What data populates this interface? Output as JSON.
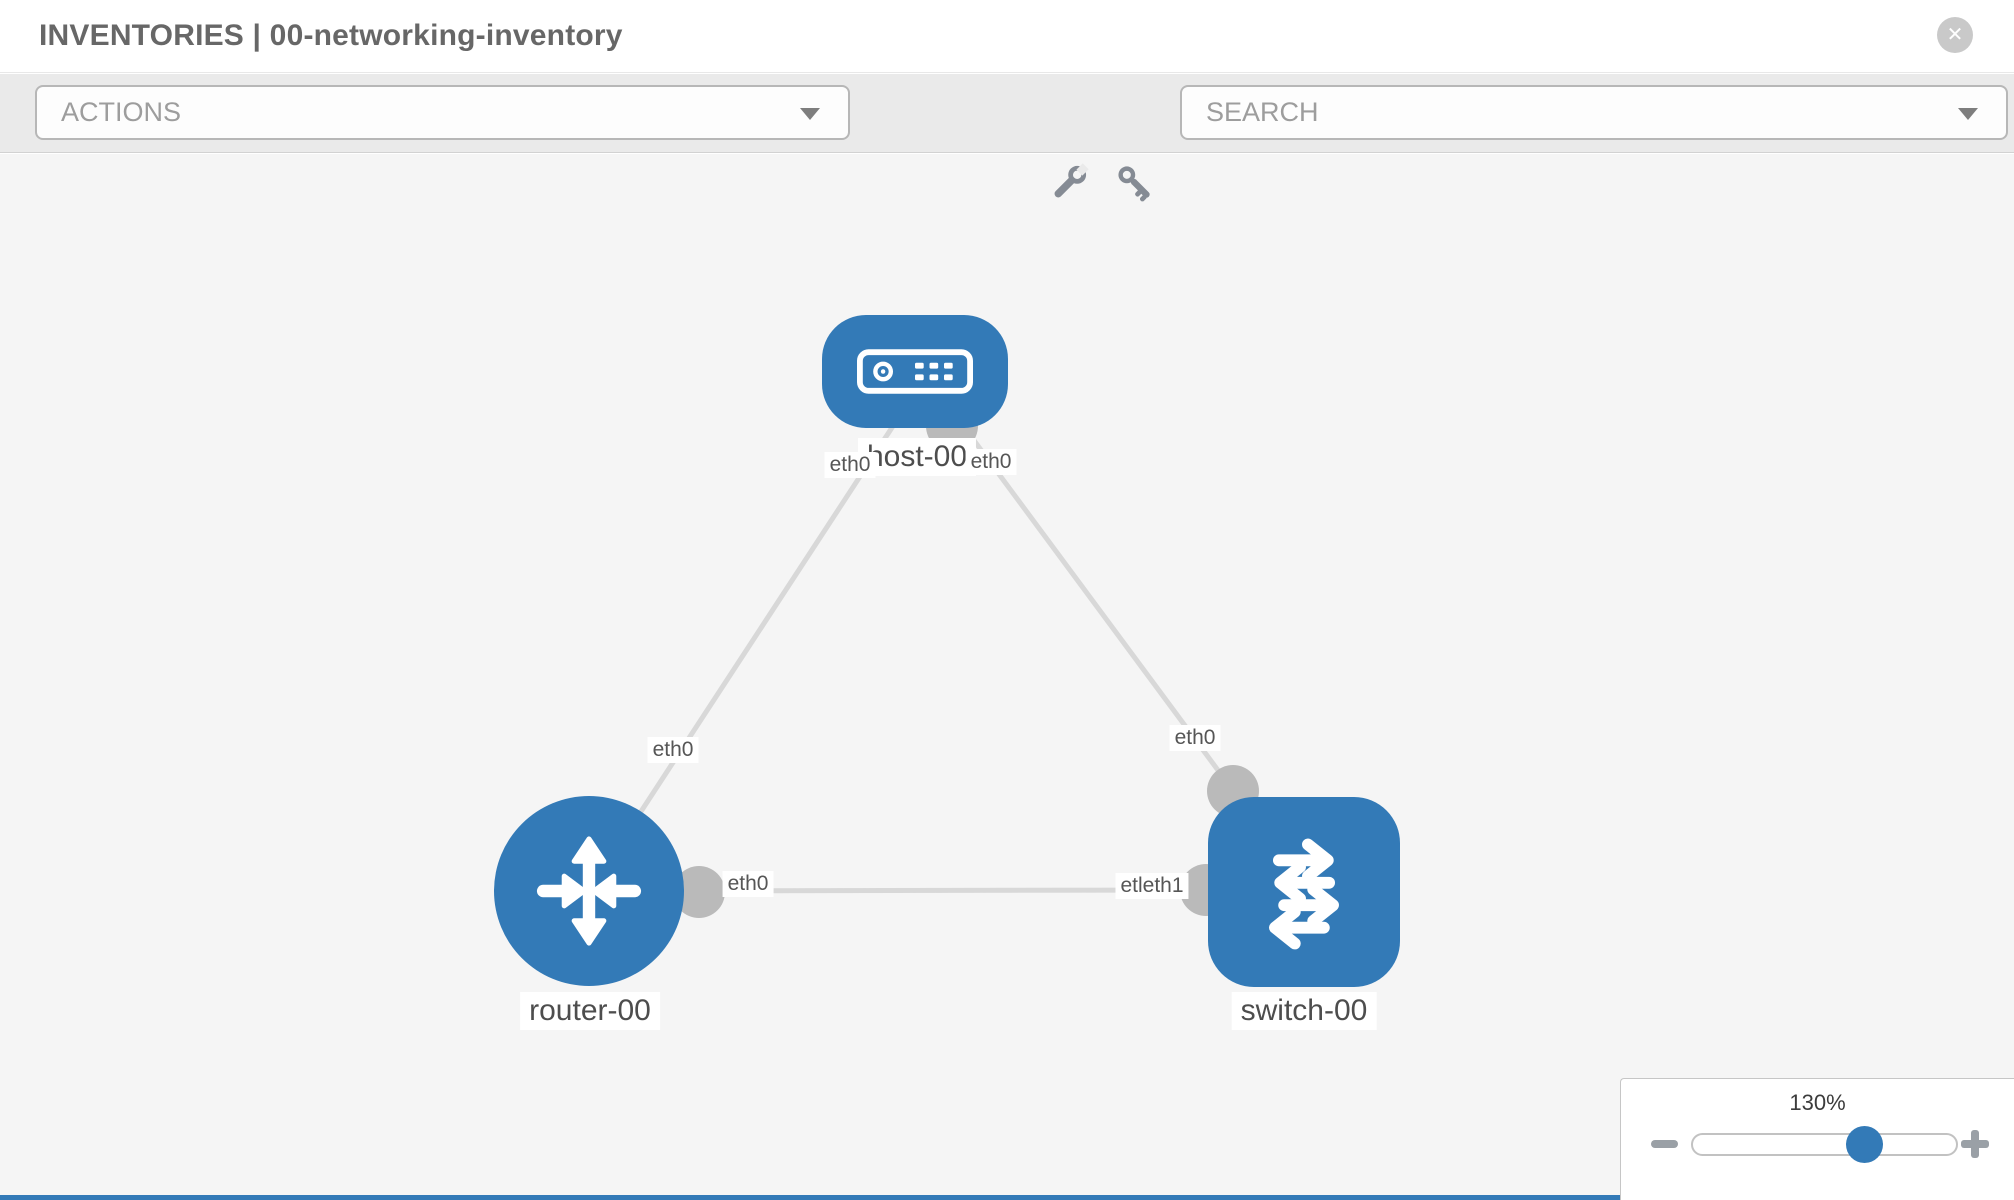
{
  "window": {
    "title": "INVENTORIES | 00-networking-inventory",
    "close_icon": "✕"
  },
  "toolbar": {
    "actions": {
      "label": "ACTIONS"
    },
    "search": {
      "label": "SEARCH"
    },
    "tools": [
      {
        "icon": "wrench-icon"
      },
      {
        "icon": "key-icon"
      }
    ]
  },
  "topology": {
    "nodes": [
      {
        "type": "host",
        "label": "host-00"
      },
      {
        "type": "router",
        "label": "router-00"
      },
      {
        "type": "switch",
        "label": "switch-00"
      }
    ],
    "links": [
      {
        "from": "host-00",
        "to": "router-00",
        "from_label": "eth0",
        "to_label": "eth0"
      },
      {
        "from": "host-00",
        "to": "switch-00",
        "from_label": "eth0",
        "to_label": "eth0"
      },
      {
        "from": "router-00",
        "to": "switch-00",
        "from_label": "eth0",
        "to_label": "eth1",
        "to_label_visible": "etleth1"
      }
    ]
  },
  "zoom_control": {
    "level": "130%",
    "zoom_out_icon": "minus-icon",
    "zoom_in_icon": "plus-icon"
  },
  "colors": {
    "node_blue": "#337ab7",
    "canvas_gray": "#f5f5f5",
    "toolbar_gray": "#eaeaea",
    "link_gray": "#d8d8d8",
    "connector_gray": "#bababa"
  }
}
